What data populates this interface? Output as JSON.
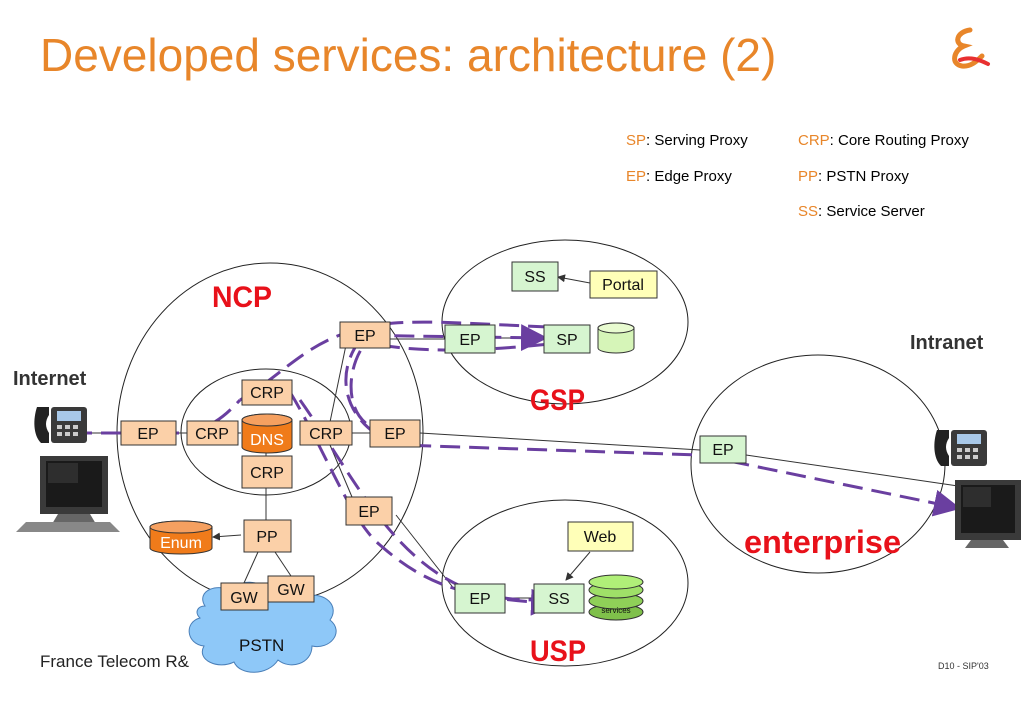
{
  "title": "Developed services: architecture (2)",
  "legend": [
    {
      "abbr": "SP",
      "text": ": Serving Proxy"
    },
    {
      "abbr": "EP",
      "text": ": Edge Proxy"
    },
    {
      "abbr": "CRP",
      "text": ": Core Routing Proxy"
    },
    {
      "abbr": "PP",
      "text": ": PSTN Proxy"
    },
    {
      "abbr": "SS",
      "text": ": Service Server"
    }
  ],
  "domains": {
    "ncp": "NCP",
    "gsp": "GSP",
    "usp": "USP",
    "enterprise": "enterprise",
    "internet": "Internet",
    "intranet": "Intranet",
    "pstn": "PSTN"
  },
  "nodes": {
    "ep_internet": "EP",
    "crp_left": "CRP",
    "crp_top": "CRP",
    "dns": "DNS",
    "crp_right": "CRP",
    "crp_bottom": "CRP",
    "ep_right": "EP",
    "ep_ncp_top": "EP",
    "ep_ncp_bottom": "EP",
    "pp": "PP",
    "enum": "Enum",
    "gw1": "GW",
    "gw2": "GW",
    "gsp_ss": "SS",
    "gsp_portal": "Portal",
    "gsp_ep": "EP",
    "gsp_sp": "SP",
    "usp_web": "Web",
    "usp_ep": "EP",
    "usp_ss": "SS",
    "usp_services": "services",
    "ent_ep": "EP"
  },
  "colors": {
    "title": "#e8862a",
    "node_fill": "#fbd0a8",
    "green_fill": "#d6f5d0",
    "yellow_fill": "#ffffb8",
    "enum_fill": "#f07b1a",
    "dashed_path": "#6a3fa0",
    "domain_label": "#e8111a",
    "pstn_cloud": "#8ec8f8"
  },
  "footer": "France Telecom R&",
  "slide_ref": "D10 - SIP'03"
}
